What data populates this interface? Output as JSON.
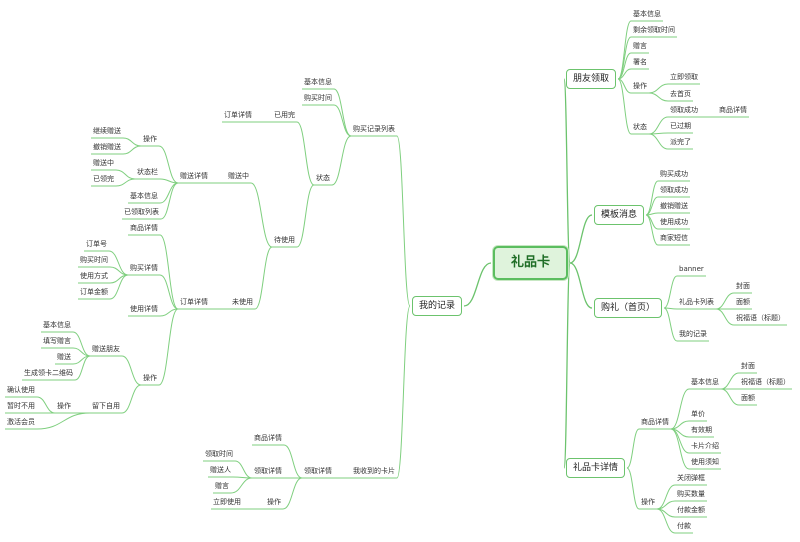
{
  "root": {
    "id": "root",
    "label": "礼品卡"
  },
  "branches": {
    "friend": {
      "id": "friend",
      "label": "朋友领取"
    },
    "template": {
      "id": "template",
      "label": "模板消息"
    },
    "buy": {
      "id": "buy",
      "label": "购礼（首页）"
    },
    "detail": {
      "id": "detail",
      "label": "礼品卡详情"
    },
    "records": {
      "id": "records",
      "label": "我的记录"
    }
  },
  "nodes": [
    {
      "id": "f_basic",
      "label": "基本信息",
      "parent": "friend"
    },
    {
      "id": "f_rem",
      "label": "剩余领取时间",
      "parent": "friend"
    },
    {
      "id": "f_msg",
      "label": "赠言",
      "parent": "friend"
    },
    {
      "id": "f_sign",
      "label": "署名",
      "parent": "friend"
    },
    {
      "id": "f_op",
      "label": "操作",
      "parent": "friend"
    },
    {
      "id": "f_claim",
      "label": "立即领取",
      "parent": "f_op"
    },
    {
      "id": "f_home",
      "label": "去首页",
      "parent": "f_op"
    },
    {
      "id": "f_status",
      "label": "状态",
      "parent": "friend"
    },
    {
      "id": "f_ok",
      "label": "领取成功",
      "parent": "f_status"
    },
    {
      "id": "f_goods",
      "label": "商品详情",
      "parent": "f_ok"
    },
    {
      "id": "f_exp",
      "label": "已过期",
      "parent": "f_status"
    },
    {
      "id": "f_gone",
      "label": "派完了",
      "parent": "f_status"
    },
    {
      "id": "t1",
      "label": "购买成功",
      "parent": "template"
    },
    {
      "id": "t2",
      "label": "领取成功",
      "parent": "template"
    },
    {
      "id": "t3",
      "label": "撤销赠送",
      "parent": "template"
    },
    {
      "id": "t4",
      "label": "使用成功",
      "parent": "template"
    },
    {
      "id": "t5",
      "label": "商家短信",
      "parent": "template"
    },
    {
      "id": "b_banner",
      "label": "banner",
      "parent": "buy"
    },
    {
      "id": "b_list",
      "label": "礼品卡列表",
      "parent": "buy"
    },
    {
      "id": "b_cover",
      "label": "封面",
      "parent": "b_list"
    },
    {
      "id": "b_amt",
      "label": "面额",
      "parent": "b_list"
    },
    {
      "id": "b_wish",
      "label": "祝福语（标题）",
      "parent": "b_list"
    },
    {
      "id": "b_mine",
      "label": "我的记录",
      "parent": "buy"
    },
    {
      "id": "d_goods",
      "label": "商品详情",
      "parent": "detail"
    },
    {
      "id": "d_basic",
      "label": "基本信息",
      "parent": "d_goods"
    },
    {
      "id": "d_cover",
      "label": "封面",
      "parent": "d_basic"
    },
    {
      "id": "d_wish",
      "label": "祝福语（标题）",
      "parent": "d_basic"
    },
    {
      "id": "d_amt",
      "label": "面额",
      "parent": "d_basic"
    },
    {
      "id": "d_price",
      "label": "单价",
      "parent": "d_goods"
    },
    {
      "id": "d_valid",
      "label": "有效期",
      "parent": "d_goods"
    },
    {
      "id": "d_intro",
      "label": "卡片介绍",
      "parent": "d_goods"
    },
    {
      "id": "d_notice",
      "label": "使用须知",
      "parent": "d_goods"
    },
    {
      "id": "d_op",
      "label": "操作",
      "parent": "detail"
    },
    {
      "id": "d_close",
      "label": "关闭弹框",
      "parent": "d_op"
    },
    {
      "id": "d_qty",
      "label": "购买数量",
      "parent": "d_op"
    },
    {
      "id": "d_pay",
      "label": "付款金额",
      "parent": "d_op"
    },
    {
      "id": "d_paybtn",
      "label": "付款",
      "parent": "d_op"
    },
    {
      "id": "r_buy",
      "label": "购买记录列表",
      "parent": "records"
    },
    {
      "id": "r_basic",
      "label": "基本信息",
      "parent": "r_buy"
    },
    {
      "id": "r_time",
      "label": "购买时间",
      "parent": "r_buy"
    },
    {
      "id": "r_status",
      "label": "状态",
      "parent": "r_buy"
    },
    {
      "id": "s_used",
      "label": "已用完",
      "parent": "r_status"
    },
    {
      "id": "s_used_order",
      "label": "订单详情",
      "parent": "s_used"
    },
    {
      "id": "s_pending",
      "label": "待使用",
      "parent": "r_status"
    },
    {
      "id": "p_giving",
      "label": "赠送中",
      "parent": "s_pending"
    },
    {
      "id": "g_detail",
      "label": "赠送详情",
      "parent": "p_giving"
    },
    {
      "id": "g_op",
      "label": "操作",
      "parent": "g_detail"
    },
    {
      "id": "g_cont",
      "label": "继续赠送",
      "parent": "g_op"
    },
    {
      "id": "g_undo",
      "label": "撤销赠送",
      "parent": "g_op"
    },
    {
      "id": "g_bar",
      "label": "状态栏",
      "parent": "g_detail"
    },
    {
      "id": "g_ing",
      "label": "赠送中",
      "parent": "g_bar"
    },
    {
      "id": "g_done",
      "label": "已领完",
      "parent": "g_bar"
    },
    {
      "id": "g_basic",
      "label": "基本信息",
      "parent": "g_detail"
    },
    {
      "id": "g_list",
      "label": "已领取列表",
      "parent": "g_detail"
    },
    {
      "id": "p_unused",
      "label": "未使用",
      "parent": "s_pending"
    },
    {
      "id": "u_order",
      "label": "订单详情",
      "parent": "p_unused"
    },
    {
      "id": "u_goods",
      "label": "商品详情",
      "parent": "u_order"
    },
    {
      "id": "u_buy",
      "label": "购买详情",
      "parent": "u_order"
    },
    {
      "id": "u_no",
      "label": "订单号",
      "parent": "u_buy"
    },
    {
      "id": "u_time",
      "label": "购买时间",
      "parent": "u_buy"
    },
    {
      "id": "u_way",
      "label": "使用方式",
      "parent": "u_buy"
    },
    {
      "id": "u_amt",
      "label": "订单金额",
      "parent": "u_buy"
    },
    {
      "id": "u_use",
      "label": "使用详情",
      "parent": "u_order"
    },
    {
      "id": "u_op",
      "label": "操作",
      "parent": "u_order"
    },
    {
      "id": "o_give",
      "label": "赠送朋友",
      "parent": "u_op"
    },
    {
      "id": "o_info",
      "label": "基本信息",
      "parent": "o_give"
    },
    {
      "id": "o_write",
      "label": "填写赠言",
      "parent": "o_give"
    },
    {
      "id": "o_send",
      "label": "赠送",
      "parent": "o_give"
    },
    {
      "id": "o_qr",
      "label": "生成领卡二维码",
      "parent": "o_give"
    },
    {
      "id": "o_keep",
      "label": "留下自用",
      "parent": "u_op"
    },
    {
      "id": "k_op",
      "label": "操作",
      "parent": "o_keep"
    },
    {
      "id": "k_confirm",
      "label": "确认使用",
      "parent": "k_op"
    },
    {
      "id": "k_no",
      "label": "暂时不用",
      "parent": "k_op"
    },
    {
      "id": "k_member",
      "label": "激活会员",
      "parent": "o_keep"
    },
    {
      "id": "r_recv",
      "label": "我收到的卡片",
      "parent": "records"
    },
    {
      "id": "v_detail",
      "label": "领取详情",
      "parent": "r_recv"
    },
    {
      "id": "v_goods",
      "label": "商品详情",
      "parent": "v_detail"
    },
    {
      "id": "v_info",
      "label": "领取详情",
      "parent": "v_detail"
    },
    {
      "id": "v_time",
      "label": "领取时间",
      "parent": "v_info"
    },
    {
      "id": "v_giver",
      "label": "赠送人",
      "parent": "v_info"
    },
    {
      "id": "v_msg",
      "label": "赠言",
      "parent": "v_info"
    },
    {
      "id": "v_op",
      "label": "操作",
      "parent": "v_detail"
    },
    {
      "id": "v_use",
      "label": "立即使用",
      "parent": "v_op"
    }
  ]
}
